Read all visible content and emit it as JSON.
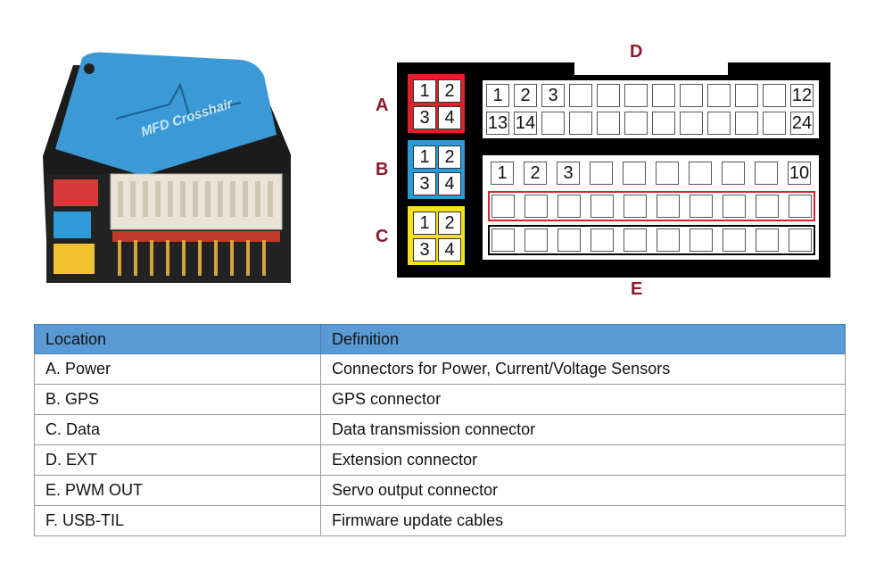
{
  "photo": {
    "device_brand": "MFD Crosshair",
    "colors": {
      "case": "#3b9ad6",
      "body": "#1b1b1b",
      "red": "#d83a3a",
      "blue": "#2f9ad8",
      "yellow": "#f1c232",
      "header": "#e9e3d8",
      "pins": "#d4a43a"
    }
  },
  "diagram": {
    "labels": {
      "A": "A",
      "B": "B",
      "C": "C",
      "D": "D",
      "E": "E"
    },
    "colors": {
      "red": "#e0202a",
      "blue": "#2a9bd8",
      "yellow": "#f4e21c"
    },
    "connector_pins": [
      "1",
      "2",
      "3",
      "4"
    ],
    "ext_top_first": [
      "1",
      "2",
      "3"
    ],
    "ext_top_last": "12",
    "ext_bottom_first": [
      "13",
      "14"
    ],
    "ext_bottom_last": "24",
    "pwm_first": [
      "1",
      "2",
      "3"
    ],
    "pwm_last": "10"
  },
  "table": {
    "headers": [
      "Location",
      "Definition"
    ],
    "rows": [
      [
        "A.  Power",
        "Connectors for Power, Current/Voltage Sensors"
      ],
      [
        "B.  GPS",
        "GPS connector"
      ],
      [
        "C.  Data",
        "Data transmission connector"
      ],
      [
        "D.  EXT",
        "Extension connector"
      ],
      [
        "E.  PWM OUT",
        "Servo output connector"
      ],
      [
        "F.  USB-TIL",
        "Firmware update cables"
      ]
    ]
  }
}
